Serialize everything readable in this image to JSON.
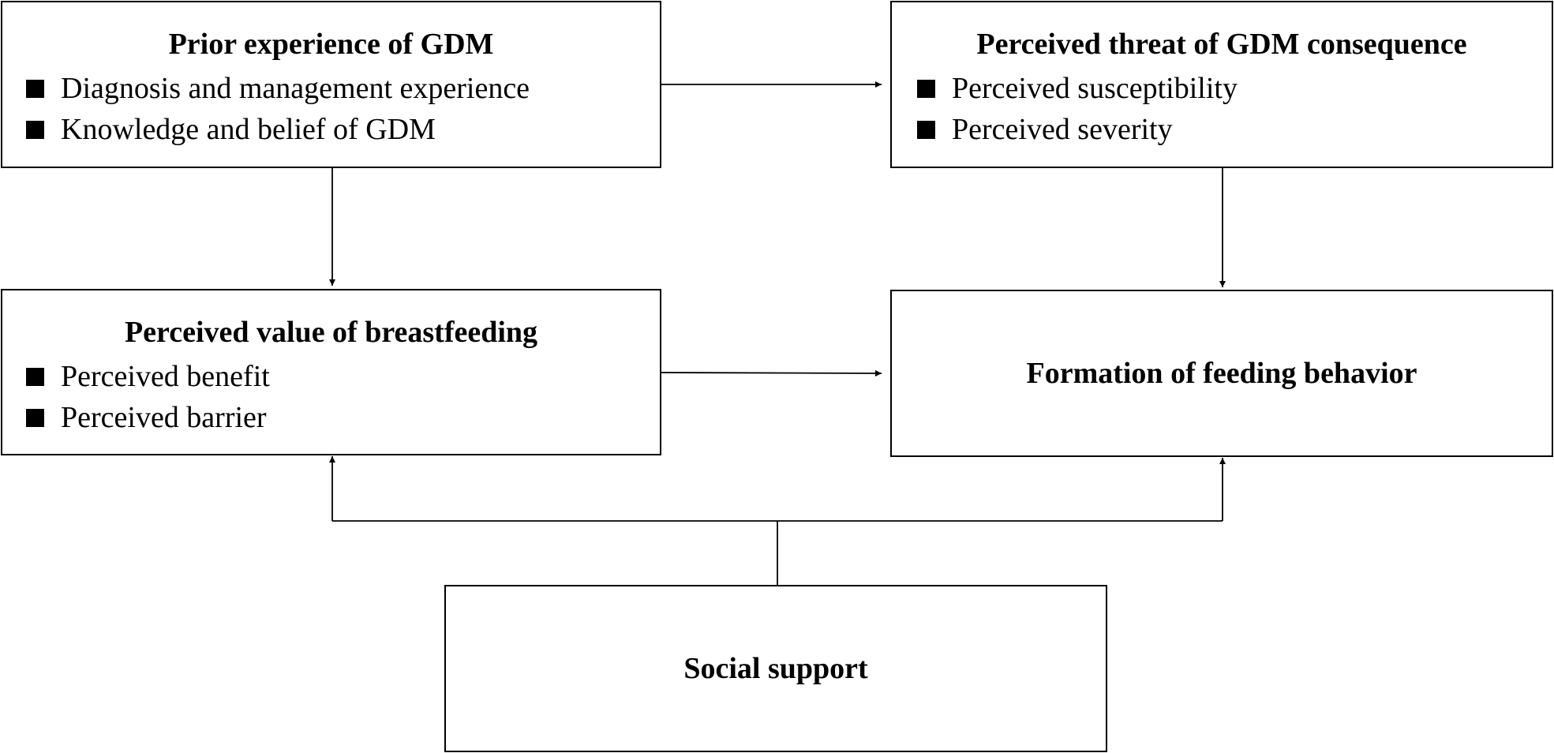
{
  "boxes": {
    "prior_experience": {
      "title": "Prior experience of GDM",
      "items": [
        "Diagnosis and management experience",
        "Knowledge and belief of GDM"
      ]
    },
    "perceived_threat": {
      "title": "Perceived threat of GDM consequence",
      "items": [
        "Perceived susceptibility",
        "Perceived severity"
      ]
    },
    "perceived_value": {
      "title": "Perceived value of breastfeeding",
      "items": [
        "Perceived benefit",
        "Perceived barrier"
      ]
    },
    "feeding_behavior": {
      "title": "Formation of feeding behavior"
    },
    "social_support": {
      "title": "Social support"
    }
  },
  "icons": {
    "bullet": "filled-square-bullet-icon",
    "arrowhead": "arrowhead-icon"
  },
  "colors": {
    "line": "#000000",
    "background": "#ffffff"
  }
}
